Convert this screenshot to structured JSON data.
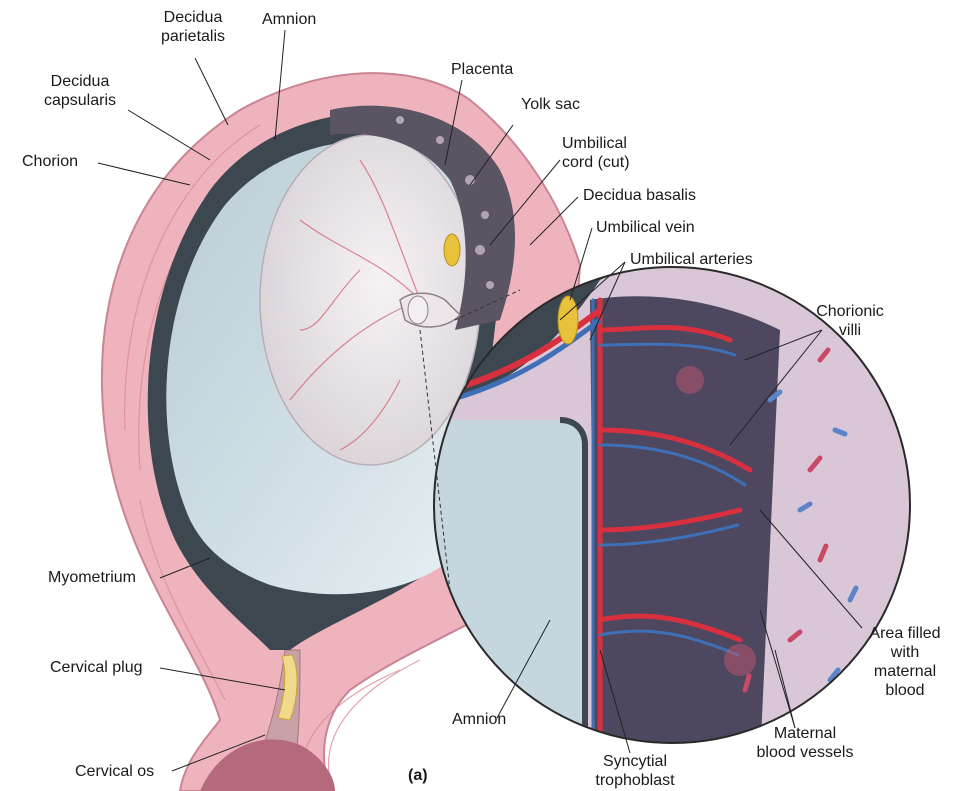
{
  "figure_letter": "(a)",
  "labels": {
    "decidua_parietalis": [
      "Decidua",
      "parietalis"
    ],
    "amnion_top": "Amnion",
    "decidua_capsularis": [
      "Decidua",
      "capsularis"
    ],
    "chorion": "Chorion",
    "placenta": "Placenta",
    "yolk_sac": "Yolk sac",
    "umbilical_cord": [
      "Umbilical",
      "cord (cut)"
    ],
    "decidua_basalis": "Decidua basalis",
    "umbilical_vein": "Umbilical vein",
    "umbilical_arteries": "Umbilical arteries",
    "chorionic_villi": [
      "Chorionic",
      "villi"
    ],
    "myometrium": "Myometrium",
    "area_maternal_blood": [
      "Area filled",
      "with",
      "maternal",
      "blood"
    ],
    "cervical_plug": "Cervical plug",
    "amnion_bottom": "Amnion",
    "cervical_os": "Cervical os",
    "syncytial_trophoblast": [
      "Syncytial",
      "trophoblast"
    ],
    "maternal_blood_vessels": [
      "Maternal",
      "blood vessels"
    ]
  },
  "colors": {
    "myometrium": "#efb3bd",
    "myometrium_dark": "#d98c9a",
    "chorion_dark": "#3d4750",
    "amniotic_fluid": "#c5d6de",
    "embryo_sac": "#ece6ea",
    "placenta": "#5b5462",
    "artery": "#d8303f",
    "vein": "#3f6fb5",
    "maternal_space": "#d9c7d8",
    "yolk": "#e8c23a"
  }
}
